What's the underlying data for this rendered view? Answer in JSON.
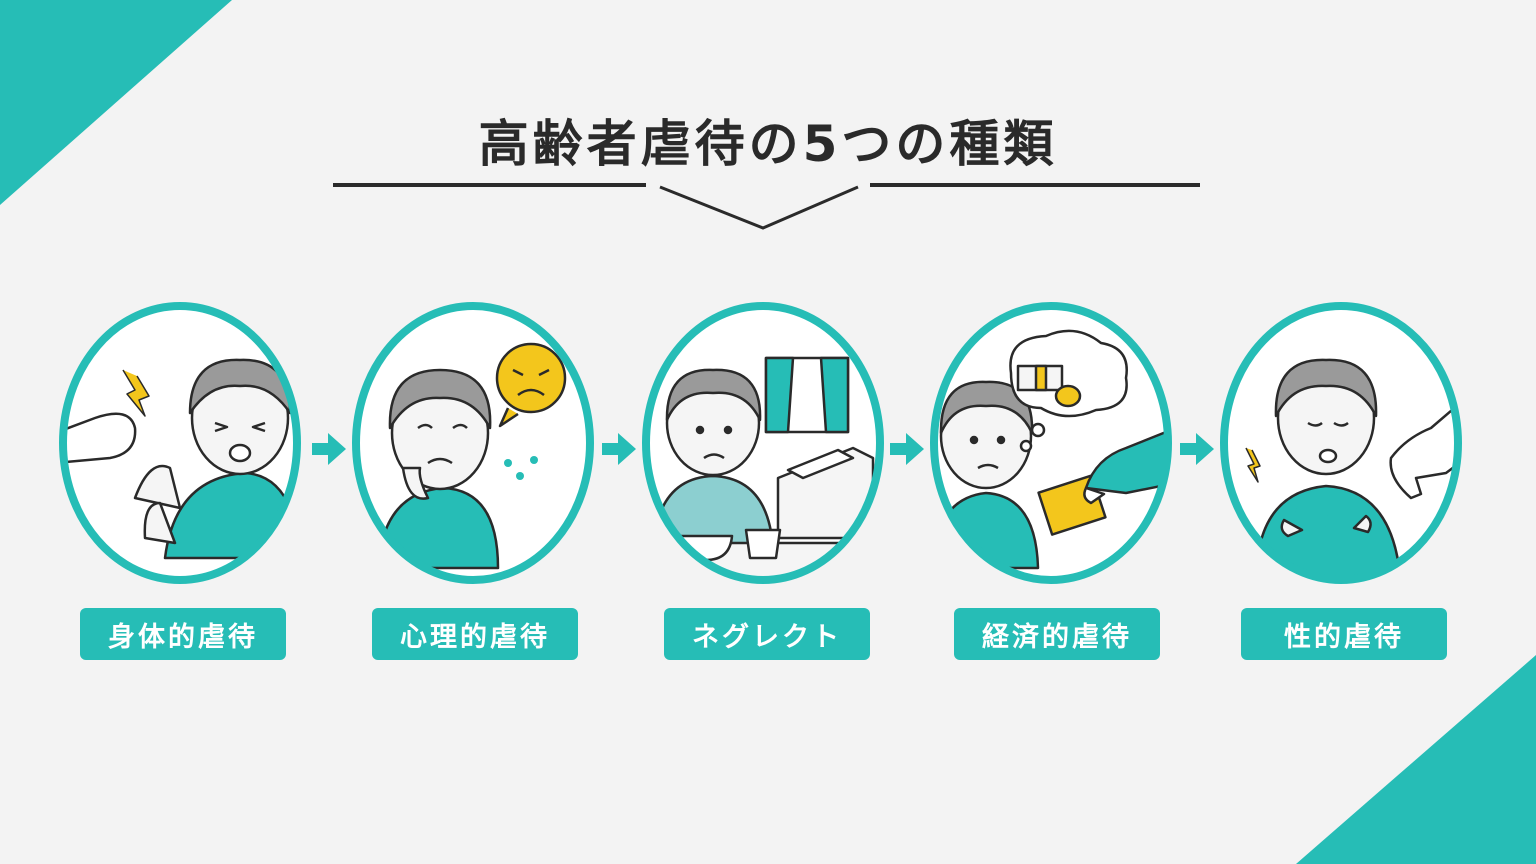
{
  "title": "高齢者虐待の5つの種類",
  "colors": {
    "accent": "#26bdb6",
    "text": "#2a2a2a",
    "background": "#f3f3f3",
    "face": "#f5f5f5",
    "hair": "#9a9a9a",
    "emoji": "#f3c61c"
  },
  "steps": [
    {
      "label": "身体的虐待",
      "icon": "fist-punch-elderly-icon"
    },
    {
      "label": "心理的虐待",
      "icon": "angry-emoji-crying-elderly-icon"
    },
    {
      "label": "ネグレクト",
      "icon": "neglected-elderly-bed-meal-icon"
    },
    {
      "label": "経済的虐待",
      "icon": "money-wallet-taken-elderly-icon"
    },
    {
      "label": "性的虐待",
      "icon": "unwanted-touch-elderly-icon"
    }
  ]
}
